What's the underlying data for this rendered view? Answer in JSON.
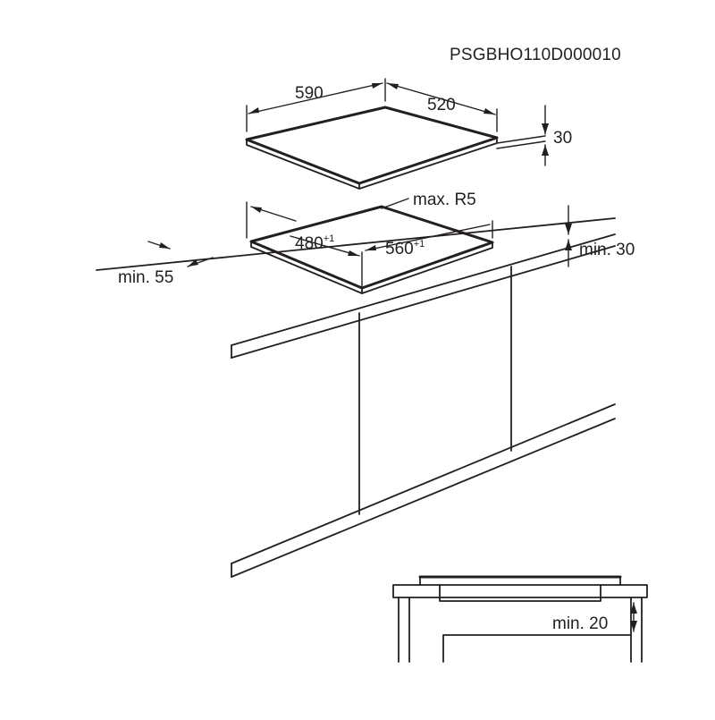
{
  "drawing_code": "PSGBHO110D000010",
  "hob": {
    "width": "590",
    "depth": "520",
    "height": "30"
  },
  "cutout": {
    "depth": "480",
    "depth_tolerance": "+1",
    "width": "560",
    "width_tolerance": "+1",
    "corner_radius": "max. R5",
    "front_clearance": "min. 55",
    "side_clearance": "min. 30"
  },
  "detail": {
    "clearance_below": "min. 20"
  }
}
